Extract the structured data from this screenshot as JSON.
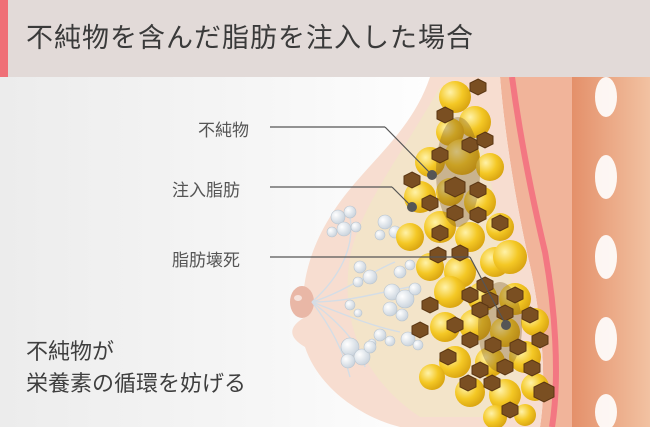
{
  "header": {
    "title": "不純物を含んだ脂肪を注入した場合"
  },
  "labels": [
    {
      "id": "impurity",
      "text": "不純物"
    },
    {
      "id": "injected-fat",
      "text": "注入脂肪"
    },
    {
      "id": "fat-necrosis",
      "text": "脂肪壊死"
    }
  ],
  "caption": {
    "line1": "不純物が",
    "line2": "栄養素の循環を妨げる"
  },
  "colors": {
    "header_bg": "#e2dad8",
    "header_accent": "#ef6f77",
    "fat": "#f1c21b",
    "impurity": "#7a4f22",
    "skin": "#f7ddd0",
    "muscle": "#f1b49a"
  }
}
